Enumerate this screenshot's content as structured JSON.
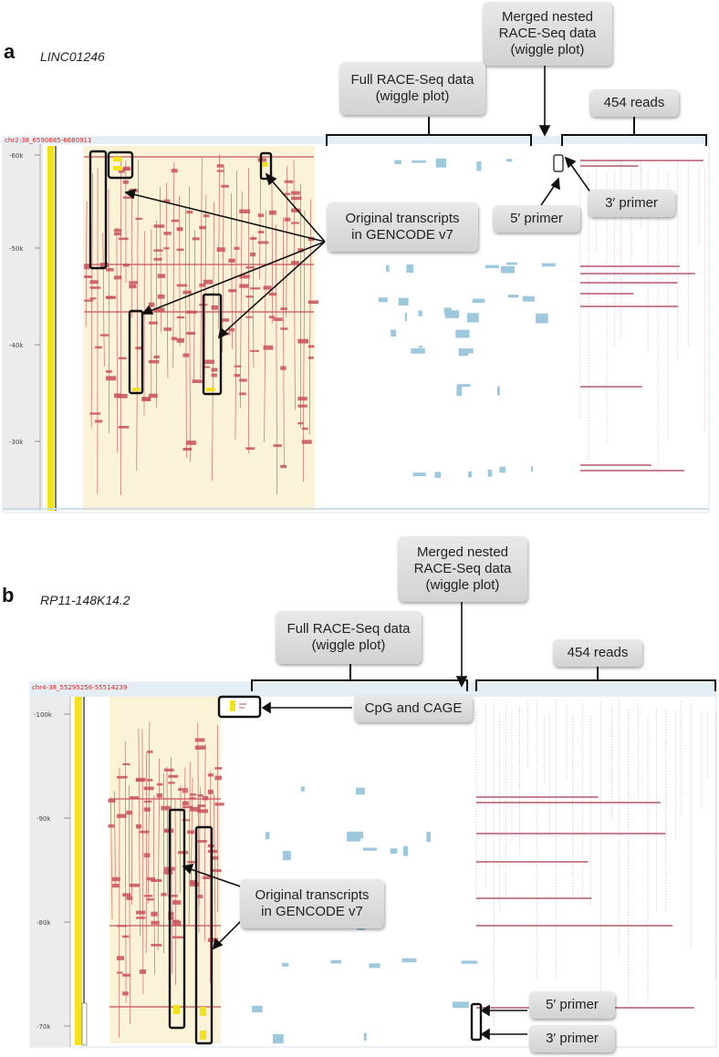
{
  "panel_a": {
    "letter": "a",
    "gene": "LINC01246",
    "coords": "chr2-38_6590685-6680911",
    "ticks": [
      "-60k",
      "-50k",
      "-40k",
      "-30k"
    ],
    "callouts": {
      "merged": "Merged nested\nRACE-Seq data\n(wiggle plot)",
      "full": "Full RACE-Seq data\n(wiggle plot)",
      "reads": "454 reads",
      "original": "Original transcripts\nin GENCODE v7",
      "primer5": "5′ primer",
      "primer3": "3′ primer"
    }
  },
  "panel_b": {
    "letter": "b",
    "gene": "RP11-148K14.2",
    "coords": "chr4-38_55295256-55514239",
    "ticks": [
      "-100k",
      "-90k",
      "-80k",
      "-70k"
    ],
    "callouts": {
      "merged": "Merged nested\nRACE-Seq data\n(wiggle plot)",
      "full": "Full RACE-Seq data\n(wiggle plot)",
      "reads": "454 reads",
      "cpg": "CpG and CAGE",
      "original": "Original transcripts\nin GENCODE v7",
      "primer5": "5′ primer",
      "primer3": "3′ primer"
    }
  },
  "colors": {
    "transcript": "#c8505a",
    "highlight": "#fbf3d8",
    "wiggle": "#9ec8dc",
    "yellow": "#f2e21a",
    "reads": "#b35a6a"
  }
}
